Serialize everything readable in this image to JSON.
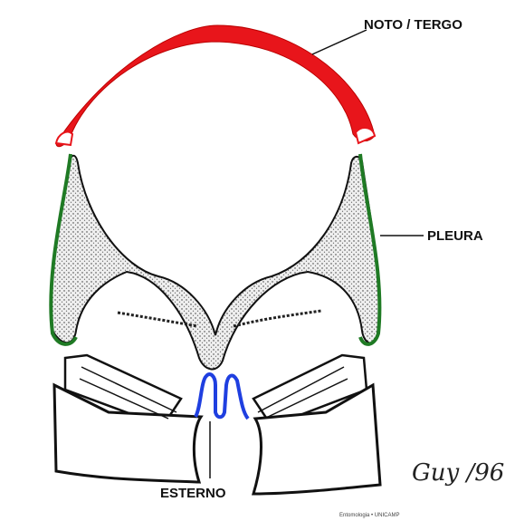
{
  "labels": {
    "tergum": "NOTO / TERGO",
    "pleura": "PLEURA",
    "sternum": "ESTERNO"
  },
  "signature": "Guy /96",
  "credit": "Entomologia • UNICAMP",
  "colors": {
    "tergum": "#e8151b",
    "pleura": "#1f7a24",
    "sternum": "#1f3fe0",
    "outline": "#111111",
    "stipple_fill": "#cfcfcf"
  }
}
